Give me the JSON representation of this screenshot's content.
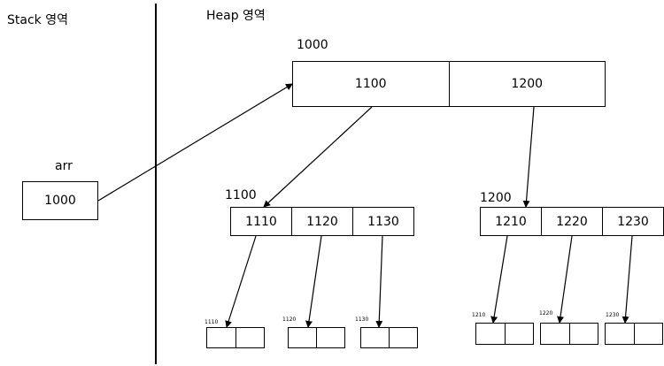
{
  "regions": {
    "stack": "Stack 영역",
    "heap": "Heap 영역"
  },
  "stack": {
    "var_label": "arr",
    "var_value": "1000"
  },
  "heap": {
    "outer": {
      "address": "1000",
      "cells": [
        "1100",
        "1200"
      ]
    },
    "inner": [
      {
        "address": "1100",
        "cells": [
          "1110",
          "1120",
          "1130"
        ]
      },
      {
        "address": "1200",
        "cells": [
          "1210",
          "1220",
          "1230"
        ]
      }
    ],
    "leaves": [
      {
        "address": "1110"
      },
      {
        "address": "1120"
      },
      {
        "address": "1130"
      },
      {
        "address": "1210"
      },
      {
        "address": "1220"
      },
      {
        "address": "1230"
      }
    ]
  }
}
